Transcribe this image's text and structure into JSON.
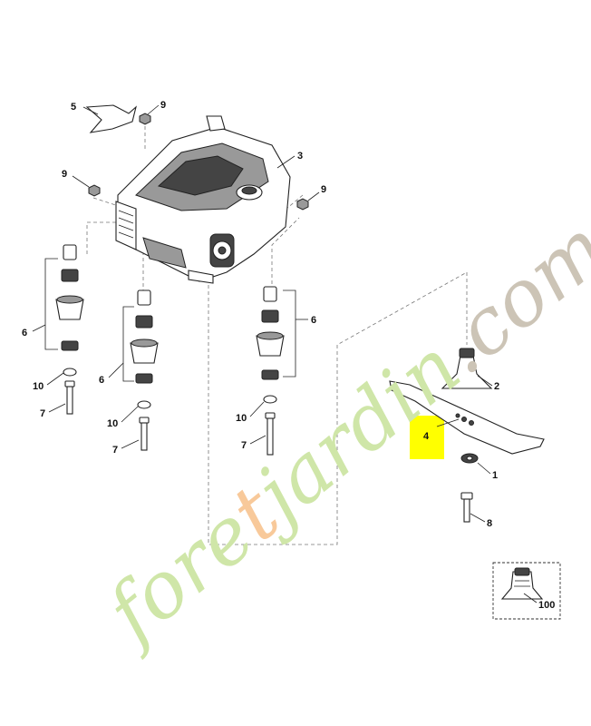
{
  "labels": {
    "l1": "1",
    "l2": "2",
    "l3": "3",
    "l4": "4",
    "l5": "5",
    "l6a": "6",
    "l6b": "6",
    "l6c": "6",
    "l7a": "7",
    "l7b": "7",
    "l7c": "7",
    "l8": "8",
    "l9a": "9",
    "l9b": "9",
    "l9c": "9",
    "l10a": "10",
    "l10b": "10",
    "l10c": "10",
    "l100": "100"
  },
  "watermark": {
    "part1": "fore",
    "part2": "t",
    "part3": "jardin",
    "part4": ".com"
  },
  "colors": {
    "highlight": "#ffff00",
    "watermark_green": "#cfe6a8",
    "watermark_orange": "#f8c99a",
    "watermark_grey": "#ccc4b6"
  }
}
